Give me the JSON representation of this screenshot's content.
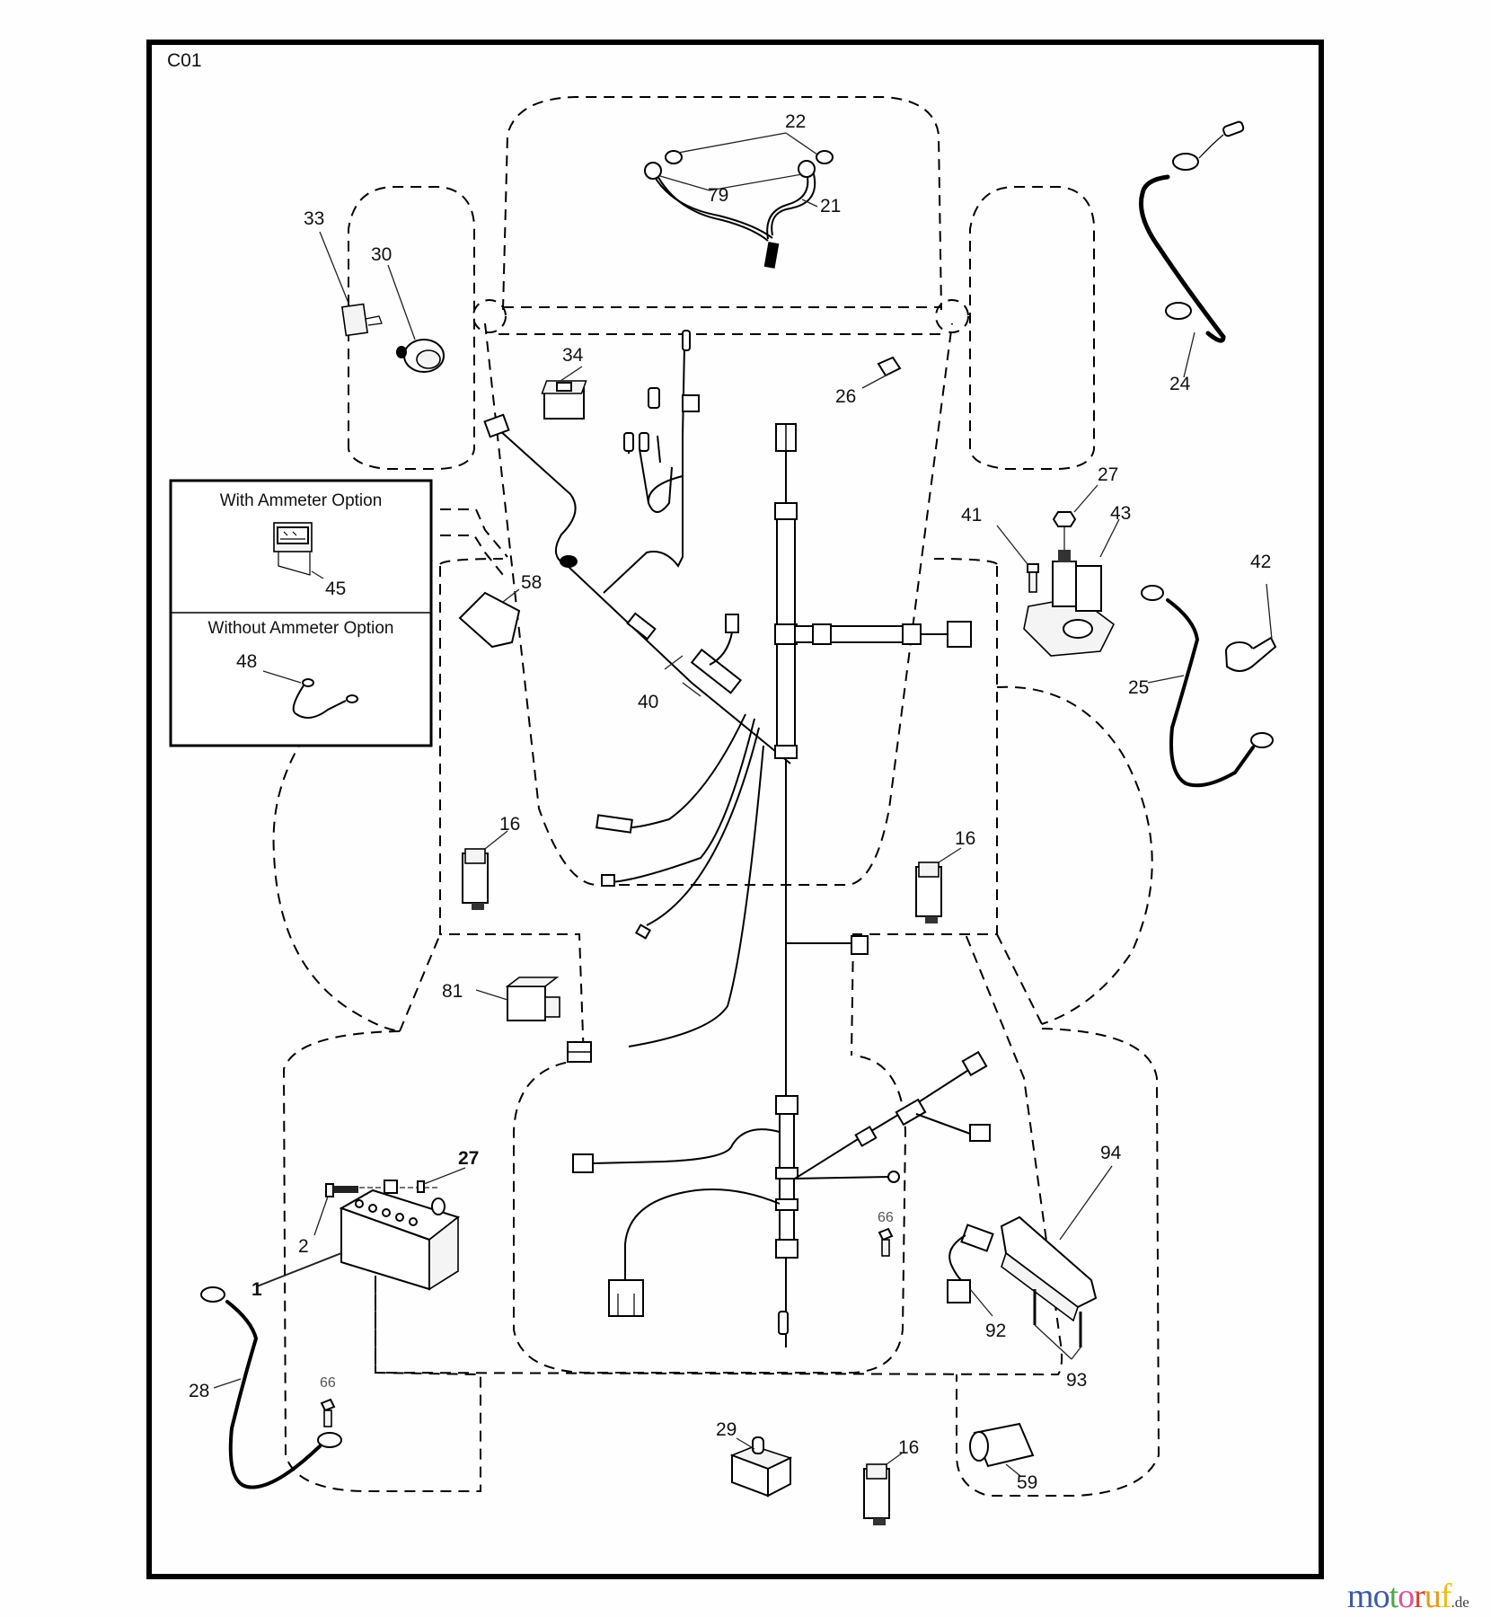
{
  "diagram": {
    "code": "C01",
    "title": "Electrical wiring diagram",
    "ammeter_box": {
      "with_label": "With Ammeter Option",
      "with_part": "45",
      "without_label": "Without Ammeter Option",
      "without_part": "48"
    },
    "parts": [
      {
        "id": "p22",
        "number": "22",
        "name": "bulb"
      },
      {
        "id": "p79",
        "number": "79",
        "name": "lamp-socket"
      },
      {
        "id": "p21",
        "number": "21",
        "name": "headlight-harness"
      },
      {
        "id": "p33",
        "number": "33",
        "name": "ignition-key"
      },
      {
        "id": "p30",
        "number": "30",
        "name": "ignition-switch"
      },
      {
        "id": "p24",
        "number": "24",
        "name": "ground-cable"
      },
      {
        "id": "p34",
        "number": "34",
        "name": "rocker-switch"
      },
      {
        "id": "p26",
        "number": "26",
        "name": "fuse"
      },
      {
        "id": "p27a",
        "number": "27",
        "name": "nut"
      },
      {
        "id": "p41",
        "number": "41",
        "name": "bolt"
      },
      {
        "id": "p43",
        "number": "43",
        "name": "solenoid"
      },
      {
        "id": "p42",
        "number": "42",
        "name": "terminal-boot"
      },
      {
        "id": "p25",
        "number": "25",
        "name": "solenoid-cable"
      },
      {
        "id": "p58",
        "number": "58",
        "name": "module"
      },
      {
        "id": "p40",
        "number": "40",
        "name": "main-wiring-harness"
      },
      {
        "id": "p16a",
        "number": "16",
        "name": "interlock-switch"
      },
      {
        "id": "p16b",
        "number": "16",
        "name": "interlock-switch"
      },
      {
        "id": "p81",
        "number": "81",
        "name": "relay"
      },
      {
        "id": "p27b",
        "number": "27",
        "name": "battery-nut"
      },
      {
        "id": "p2",
        "number": "2",
        "name": "battery-bolt"
      },
      {
        "id": "p1",
        "number": "1",
        "name": "battery"
      },
      {
        "id": "p28",
        "number": "28",
        "name": "battery-ground-cable"
      },
      {
        "id": "p66a",
        "number": "66",
        "name": "screw"
      },
      {
        "id": "p66b",
        "number": "66",
        "name": "screw"
      },
      {
        "id": "p94",
        "number": "94",
        "name": "switch-assembly"
      },
      {
        "id": "p92",
        "number": "92",
        "name": "connector-harness"
      },
      {
        "id": "p93",
        "number": "93",
        "name": "screws"
      },
      {
        "id": "p29",
        "number": "29",
        "name": "plunger-switch"
      },
      {
        "id": "p16c",
        "number": "16",
        "name": "interlock-switch"
      },
      {
        "id": "p59",
        "number": "59",
        "name": "capacitor"
      }
    ]
  },
  "watermark": {
    "letters": [
      {
        "ch": "m",
        "color": "#3b5ba8"
      },
      {
        "ch": "o",
        "color": "#3b5ba8"
      },
      {
        "ch": "t",
        "color": "#4aa84a"
      },
      {
        "ch": "o",
        "color": "#e0559a"
      },
      {
        "ch": "r",
        "color": "#d2462e"
      },
      {
        "ch": "u",
        "color": "#e59a1c"
      },
      {
        "ch": "f",
        "color": "#e8c21a"
      }
    ],
    "suffix": ".de"
  }
}
